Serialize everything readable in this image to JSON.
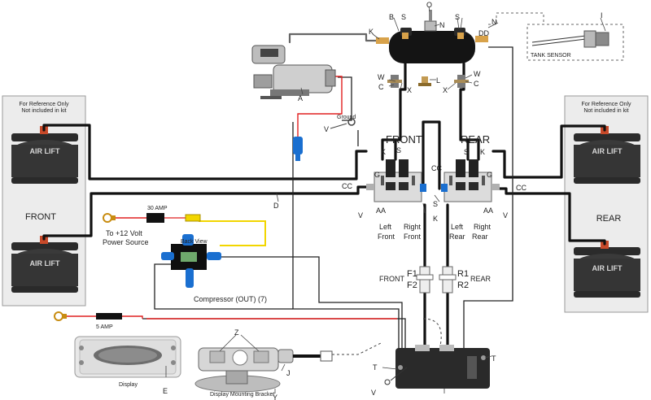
{
  "labels": {
    "B": "B",
    "O": "O",
    "S": "S",
    "N": "N",
    "DD": "DD",
    "I": "I",
    "K": "K",
    "W": "W",
    "C": "C",
    "X": "X",
    "L": "L",
    "A": "A",
    "V": "V",
    "G": "G",
    "CC": "CC",
    "AA": "AA",
    "D": "D",
    "E": "E",
    "Z": "Z",
    "J": "J",
    "Y": "Y",
    "T": "T",
    "F1": "F1",
    "F2": "F2",
    "R1": "R1",
    "R2": "R2"
  },
  "text": {
    "tank_sensor": "TANK SENSOR",
    "ref_line1": "For Reference Only",
    "ref_line2": "Not included in kit",
    "front_panel": "FRONT",
    "rear_panel": "REAR",
    "air_lift": "AIR LIFT",
    "front_manifold": "FRONT",
    "rear_manifold": "REAR",
    "left_front": [
      "Left",
      "Front"
    ],
    "right_front": [
      "Right",
      "Front"
    ],
    "left_rear": [
      "Left",
      "Rear"
    ],
    "right_rear": [
      "Right",
      "Rear"
    ],
    "ground": "Ground",
    "power_source": [
      "To +12 Volt",
      "Power Source"
    ],
    "fuse_30": "30 AMP",
    "fuse_5": "5 AMP",
    "back_view": "Back View",
    "compressor_out": "Compressor (OUT) (7)",
    "display": "Display",
    "display_bracket": "Display Mounting Bracket",
    "front_filter": "FRONT",
    "rear_filter": "REAR"
  },
  "colors": {
    "hose": "#111111",
    "power_wire": "#e02020",
    "signal_wire": "#f2d600",
    "fitting_blue": "#1a6fd0",
    "tank_body": "#141414",
    "fitting_brass": "#d8a24a",
    "panel": "#ececec"
  }
}
